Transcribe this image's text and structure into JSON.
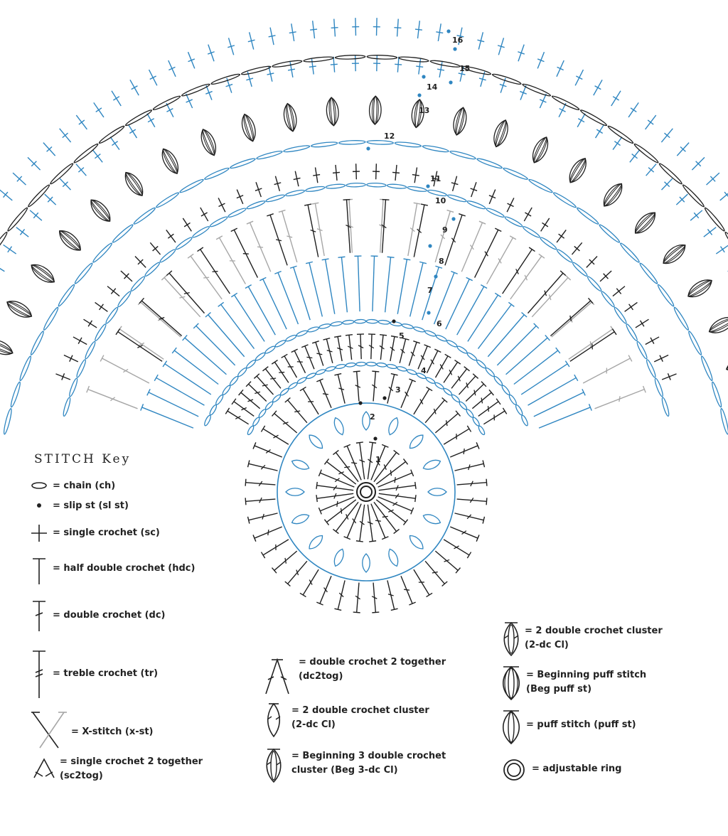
{
  "colors": {
    "black": "#1f1f1f",
    "blue": "#2f86c1",
    "gray": "#a6a6a6"
  },
  "rounds": [
    "1",
    "2",
    "3",
    "4",
    "5",
    "6",
    "7",
    "8",
    "9",
    "10",
    "11",
    "12",
    "13",
    "14",
    "15",
    "16"
  ],
  "stitch_key": {
    "title": "STITCH Key",
    "items": [
      {
        "id": "chain",
        "label": "= chain (ch)",
        "icon": "chain-icon"
      },
      {
        "id": "slip",
        "label": "= slip st (sl st)",
        "icon": "slip-stitch-icon"
      },
      {
        "id": "sc",
        "label": "= single crochet (sc)",
        "icon": "single-crochet-icon"
      },
      {
        "id": "hdc",
        "label": "= half double crochet (hdc)",
        "icon": "half-double-crochet-icon"
      },
      {
        "id": "dc",
        "label": "= double crochet (dc)",
        "icon": "double-crochet-icon"
      },
      {
        "id": "tr",
        "label": "= treble crochet (tr)",
        "icon": "treble-crochet-icon"
      },
      {
        "id": "xst",
        "label": "= X-stitch (x-st)",
        "icon": "x-stitch-icon"
      },
      {
        "id": "sc2tog",
        "label": "= single crochet 2 together\n(sc2tog)",
        "icon": "sc2tog-icon"
      },
      {
        "id": "dc2tog",
        "label": "= double crochet 2 together\n(dc2tog)",
        "icon": "dc2tog-icon"
      },
      {
        "id": "dccl2",
        "label": "= 2 double crochet cluster\n(2-dc Cl)",
        "icon": "two-dc-cluster-icon"
      },
      {
        "id": "beg3dc",
        "label": "= Beginning 3 double crochet\ncluster (Beg 3-dc Cl)",
        "icon": "beg-3dc-cluster-icon"
      },
      {
        "id": "dccl2b",
        "label": "= 2 double crochet cluster\n(2-dc Cl)",
        "icon": "two-dc-cluster-icon"
      },
      {
        "id": "begpuff",
        "label": "= Beginning puff stitch\n(Beg puff st)",
        "icon": "beg-puff-stitch-icon"
      },
      {
        "id": "puff",
        "label": "= puff stitch (puff st)",
        "icon": "puff-stitch-icon"
      },
      {
        "id": "ring",
        "label": "= adjustable ring",
        "icon": "adjustable-ring-icon"
      }
    ]
  }
}
